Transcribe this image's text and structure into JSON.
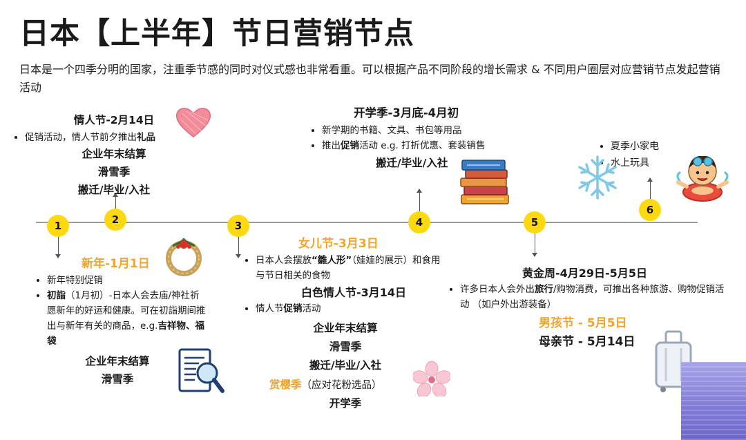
{
  "title": "日本【上半年】节日营销节点",
  "intro": "日本是一个四季分明的国家，注重季节感的同时对仪式感也非常看重。可以根据产品不同阶段的增长需求 & 不同用户圈层对应营销节点发起营销活动",
  "nodes": [
    "1",
    "2",
    "3",
    "4",
    "5",
    "6"
  ],
  "node_color": "#ffd90f",
  "accent_orange": "#f4a42c",
  "icons": [
    "heart-icon",
    "wreath-icon",
    "document-magnifier-icon",
    "books-icon",
    "cherry-blossom-icon",
    "snowflake-icon",
    "swimming-kid-icon",
    "suitcase-icon"
  ],
  "n1": {
    "head": "新年-1月1日",
    "b1": "新年特别促销",
    "b2_bold": "初詣",
    "b2_rest": "（1月初）-日本人会去庙/神社祈愿新年的好运和健康。可在初詣期间推出与新年有关的商品，e.g.",
    "b2_tail": "吉祥物、福袋",
    "l1": "企业年末结算",
    "l2": "滑雪季"
  },
  "n2": {
    "head": "情人节-2月14日",
    "b1_pre": "促销活动，情人节前夕推出",
    "b1_bold": "礼品",
    "l1": "企业年末结算",
    "l2": "滑雪季",
    "l3": "搬迁/毕业/入社"
  },
  "n3": {
    "head": "女儿节-3月3日",
    "b1_pre": "日本人会摆放",
    "b1_bold": "“雛人形”",
    "b1_rest": "（娃娃的展示）和食用与节日相关的食物",
    "head2": "白色情人节-3月14日",
    "b2_pre": "情人节",
    "b2_bold": "促销",
    "b2_rest": "活动",
    "l1": "企业年末结算",
    "l2": "滑雪季",
    "l3": "搬迁/毕业/入社",
    "sakura": "赏樱季",
    "sakura_note": "（应对花粉选品）",
    "l4": "开学季"
  },
  "n4": {
    "head": "开学季-3月底-4月初",
    "b1": "新学期的书籍、文具、书包等用品",
    "b2_pre": "推出",
    "b2_bold": "促销",
    "b2_rest": "活动 e.g. 打折优惠、套装销售",
    "l1": "搬迁/毕业/入社"
  },
  "n5": {
    "head": "黄金周-4月29日-5月5日",
    "b1_pre": "许多日本人会外出",
    "b1_bold": "旅行",
    "b1_rest": "/购物消费，可推出各种旅游、购物促销活动 （如户外出游装备）",
    "l1": "男孩节 - 5月5日",
    "l2": "母亲节 - 5月14日"
  },
  "n6": {
    "b1": "夏季小家电",
    "b2": "水上玩具"
  }
}
